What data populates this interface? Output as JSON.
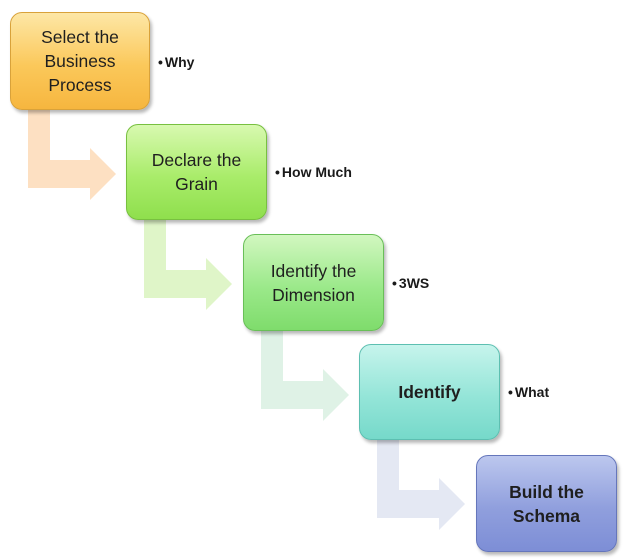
{
  "steps": [
    {
      "label": "Select the\nBusiness\nProcess",
      "note": "Why",
      "color": "#fbc85a"
    },
    {
      "label": "Declare the\nGrain",
      "note": "How Much",
      "color": "#a9ec6a"
    },
    {
      "label": "Identify the\nDimension",
      "note": "3WS",
      "color": "#9be98a"
    },
    {
      "label": "Identify",
      "note": "What",
      "color": "#94e5d8"
    },
    {
      "label": "Build the\nSchema",
      "note": "",
      "color": "#909fdd"
    }
  ],
  "connector_colors": [
    "#fde0c2",
    "#dff5c8",
    "#dff2e6",
    "#e4e8f3"
  ],
  "bullet": "•"
}
